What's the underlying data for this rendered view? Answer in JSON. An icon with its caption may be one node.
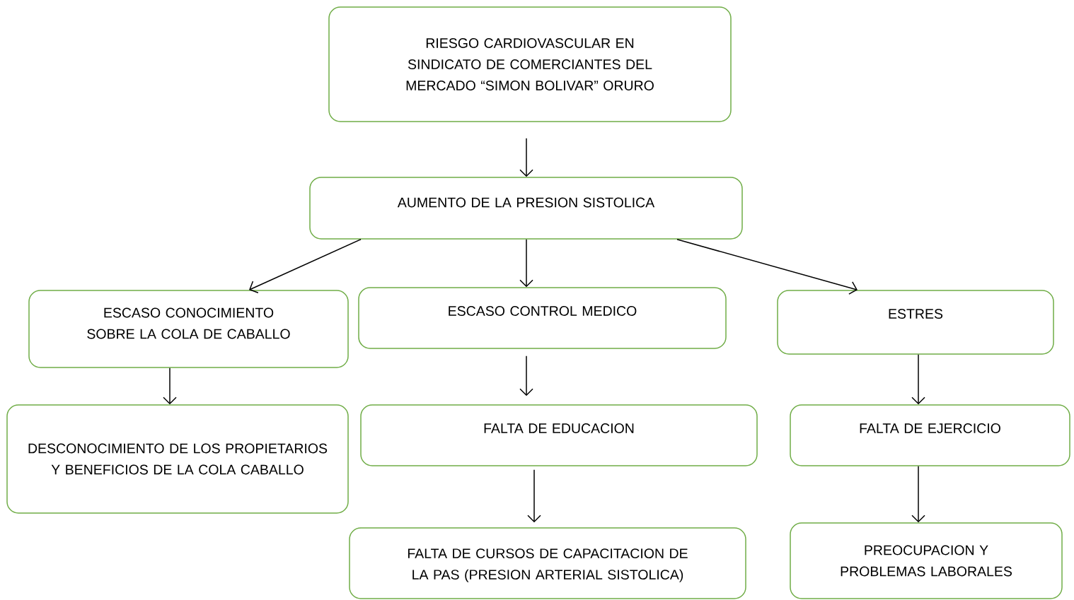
{
  "diagram": {
    "nodes": [
      {
        "text": [
          "RIESGO CARDIOVASCULAR EN SINDICATO DE COMERCIANTES DEL MERCADO “SIMON BOLIVAR” ORURO"
        ]
      },
      {
        "text": [
          "AUMENTO DE LA PRESION SISTOLICA"
        ]
      },
      {
        "text": [
          "ESCASO CONOCIMIENTO SOBRE LA COLA DE CABALLO"
        ]
      },
      {
        "text": [
          "ESCASO CONTROL MEDICO"
        ]
      },
      {
        "text": [
          "ESTRES"
        ]
      },
      {
        "text": [
          "DESCONOCIMIENTO DE LOS PROPIETARIOS Y BENEFICIOS DE LA COLA CABALLO"
        ]
      },
      {
        "text": [
          "FALTA DE EDUCACION"
        ]
      },
      {
        "text": [
          "FALTA DE EJERCICIO"
        ]
      },
      {
        "text": [
          "FALTA DE CURSOS DE CAPACITACION DE LA PAS (PRESION ARTERIAL SISTOLICA)"
        ]
      },
      {
        "text": [
          "PREOCUPACION Y PROBLEMAS LABORALES"
        ]
      }
    ],
    "edges": [
      {
        "from": 0,
        "to": 1,
        "arrow": "to"
      },
      {
        "from": 1,
        "to": 2,
        "arrow": "to"
      },
      {
        "from": 1,
        "to": 3,
        "arrow": "to"
      },
      {
        "from": 1,
        "to": 4,
        "arrow": "to"
      },
      {
        "from": 2,
        "to": 5,
        "arrow": "to"
      },
      {
        "from": 3,
        "to": 6,
        "arrow": "to"
      },
      {
        "from": 6,
        "to": 8,
        "arrow": "to"
      },
      {
        "from": 4,
        "to": 7,
        "arrow": "to"
      },
      {
        "from": 7,
        "to": 9,
        "arrow": "to"
      }
    ]
  }
}
